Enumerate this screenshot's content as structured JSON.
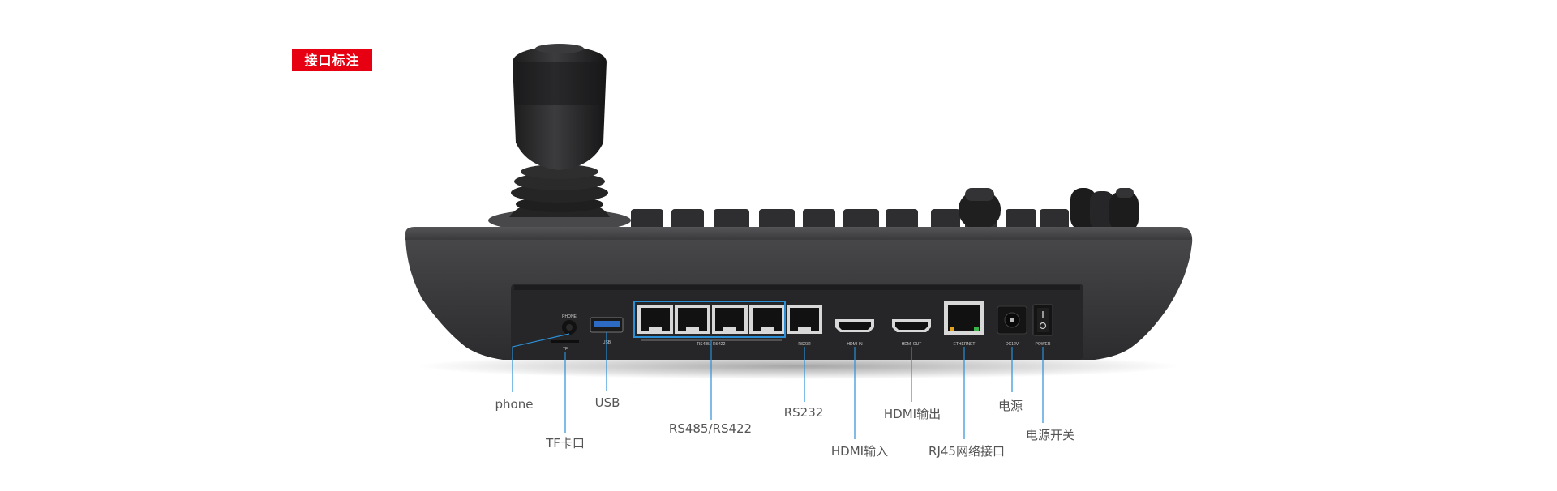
{
  "title": "接口标注",
  "panel_labels": {
    "phone": "PHONE",
    "tf": "TF",
    "usb": "USB",
    "rs485": "RS485 / RS422",
    "rs232": "RS232",
    "hdmi_in": "HDMI IN",
    "hdmi_out": "HDMI OUT",
    "ethernet": "ETHERNET",
    "dc": "DC12V",
    "power": "POWER"
  },
  "callouts": [
    {
      "id": "phone",
      "label": "phone"
    },
    {
      "id": "tf",
      "label": "TF卡口"
    },
    {
      "id": "usb",
      "label": "USB"
    },
    {
      "id": "rs485",
      "label": "RS485/RS422"
    },
    {
      "id": "rs232",
      "label": "RS232"
    },
    {
      "id": "hdmi-in",
      "label": "HDMI输入"
    },
    {
      "id": "hdmi-out",
      "label": "HDMI输出"
    },
    {
      "id": "rj45",
      "label": "RJ45网络接口"
    },
    {
      "id": "dc",
      "label": "电源"
    },
    {
      "id": "power-switch",
      "label": "电源开关"
    }
  ],
  "colors": {
    "badge": "#e60012",
    "callout_line": "#2b8fd6",
    "body": "#3b3b3d",
    "panel": "#262628",
    "port_frame": "#2b8fd6"
  }
}
